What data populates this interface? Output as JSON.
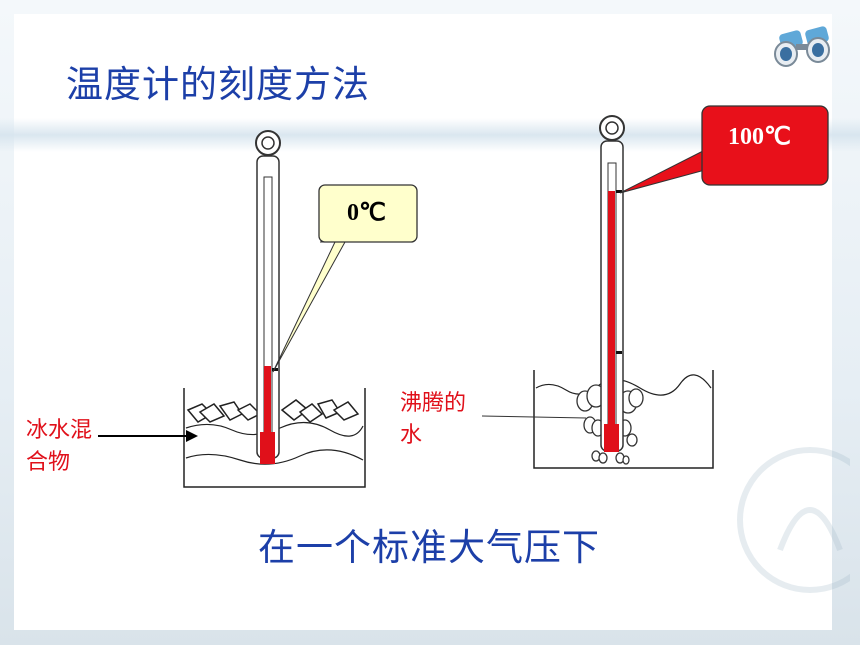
{
  "title": "温度计的刻度方法",
  "subtitle": "在一个标准大气压下",
  "left_panel": {
    "callout": "0℃",
    "label_line1": "冰水混",
    "label_line2": "合物"
  },
  "right_panel": {
    "callout": "100℃",
    "label_line1": "沸腾的",
    "label_line2": "水"
  },
  "colors": {
    "title": "#1c3fa8",
    "mercury": "#e0101a",
    "callout_yellow": "#ffffcc",
    "callout_red": "#e8101a"
  },
  "icons": [
    "binoculars-icon"
  ]
}
